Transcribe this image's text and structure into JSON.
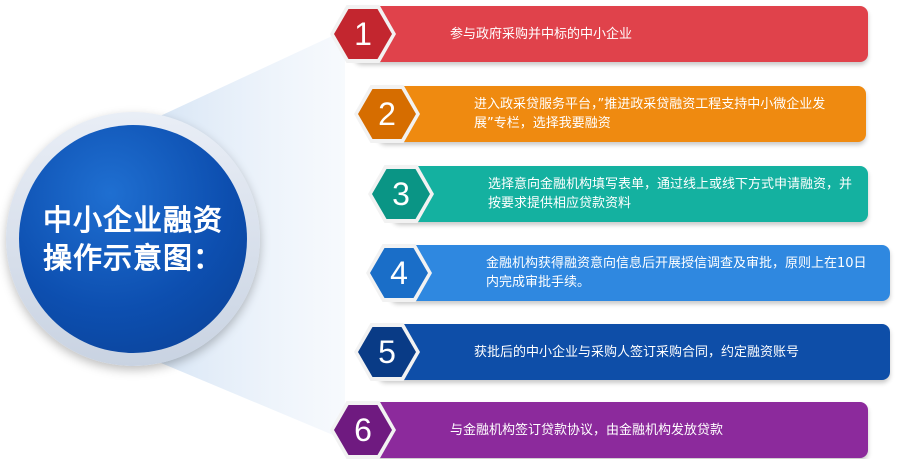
{
  "diagram": {
    "title_line1": "中小企业融资",
    "title_line2": "操作示意图：",
    "steps": [
      {
        "number": "1",
        "text": "参与政府采购并中标的中小企业",
        "color": "#e0424b",
        "hex_color": "#c3262f"
      },
      {
        "number": "2",
        "text": "进入政采贷服务平台，”推进政采贷融资工程支持中小微企业发展”专栏，选择我要融资",
        "color": "#ef8a10",
        "hex_color": "#d66d00"
      },
      {
        "number": "3",
        "text": "选择意向金融机构填写表单，通过线上或线下方式申请融资，并按要求提供相应贷款资料",
        "color": "#14b1a0",
        "hex_color": "#0a9585"
      },
      {
        "number": "4",
        "text": "金融机构获得融资意向信息后开展授信调查及审批，原则上在10日内完成审批手续。",
        "color": "#2f88e0",
        "hex_color": "#1a6ec8"
      },
      {
        "number": "5",
        "text": "获批后的中小企业与采购人签订采购合同，约定融资账号",
        "color": "#0e4ea8",
        "hex_color": "#093b86"
      },
      {
        "number": "6",
        "text": "与金融机构签订贷款协议，由金融机构发放贷款",
        "color": "#8c2a9c",
        "hex_color": "#6f1a80"
      }
    ]
  }
}
